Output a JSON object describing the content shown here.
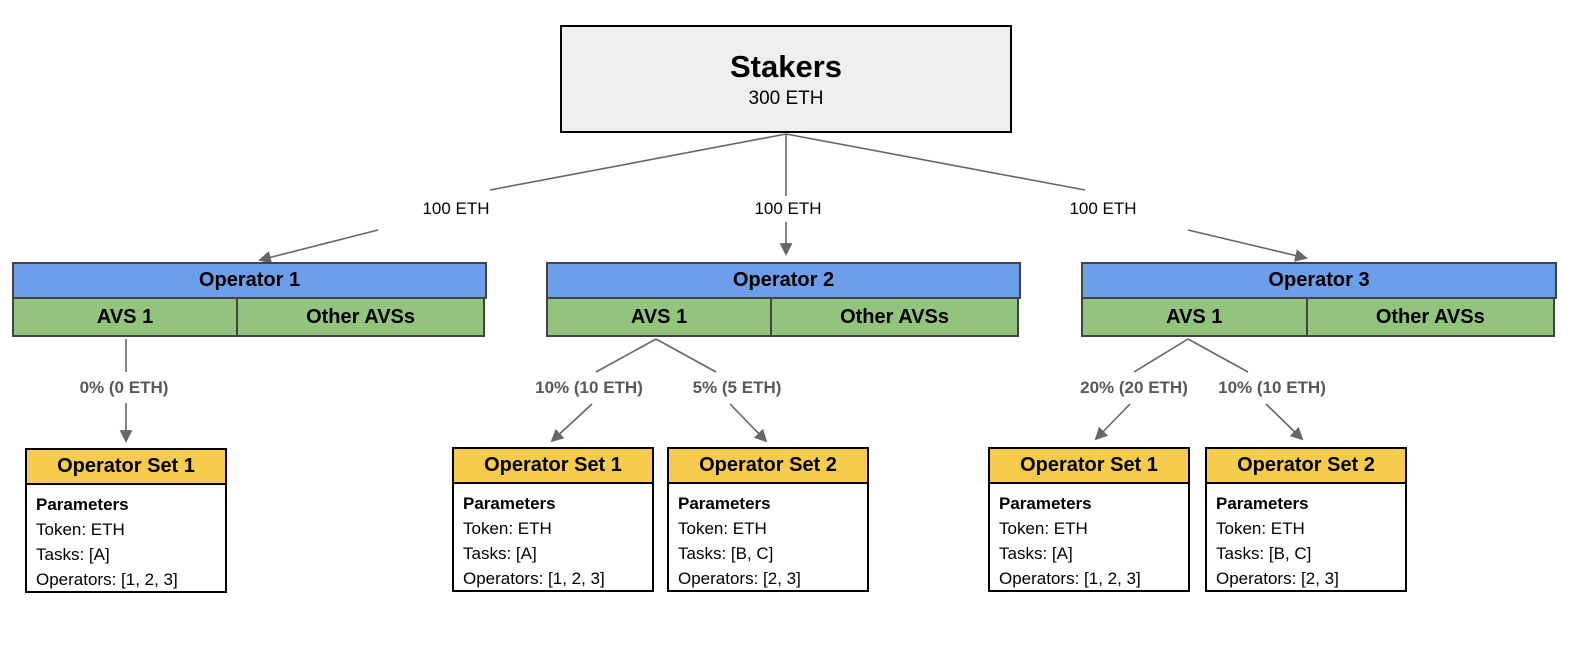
{
  "stakers": {
    "title": "Stakers",
    "amount": "300 ETH"
  },
  "stake_allocations": [
    {
      "label": "100 ETH"
    },
    {
      "label": "100 ETH"
    },
    {
      "label": "100 ETH"
    }
  ],
  "operators": [
    {
      "title": "Operator 1",
      "avs_label": "AVS 1",
      "other_avs_label": "Other AVSs"
    },
    {
      "title": "Operator 2",
      "avs_label": "AVS 1",
      "other_avs_label": "Other AVSs"
    },
    {
      "title": "Operator 3",
      "avs_label": "AVS 1",
      "other_avs_label": "Other AVSs"
    }
  ],
  "set_allocations": [
    {
      "label": "0% (0 ETH)"
    },
    {
      "label": "10% (10 ETH)"
    },
    {
      "label": "5% (5 ETH)"
    },
    {
      "label": "20% (20 ETH)"
    },
    {
      "label": "10% (10 ETH)"
    }
  ],
  "operator_sets": [
    {
      "title": "Operator Set 1",
      "params_heading": "Parameters",
      "lines": [
        "Token: ETH",
        "Tasks: [A]",
        "Operators: [1, 2, 3]"
      ]
    },
    {
      "title": "Operator Set 1",
      "params_heading": "Parameters",
      "lines": [
        "Token: ETH",
        "Tasks: [A]",
        "Operators: [1, 2, 3]"
      ]
    },
    {
      "title": "Operator Set 2",
      "params_heading": "Parameters",
      "lines": [
        "Token: ETH",
        "Tasks: [B, C]",
        "Operators: [2, 3]"
      ]
    },
    {
      "title": "Operator Set 1",
      "params_heading": "Parameters",
      "lines": [
        "Token: ETH",
        "Tasks: [A]",
        "Operators: [1, 2, 3]"
      ]
    },
    {
      "title": "Operator Set 2",
      "params_heading": "Parameters",
      "lines": [
        "Token: ETH",
        "Tasks: [B, C]",
        "Operators: [2, 3]"
      ]
    }
  ],
  "colors": {
    "operator_header": "#6d9eeb",
    "avs_cell": "#93c47d",
    "operator_set_header": "#f7cb4d",
    "stakers_box_bg": "#efefef",
    "connector_line": "#666666",
    "allocation_label_text": "#595959",
    "operator_border": "#434343",
    "set_border": "#000000"
  }
}
